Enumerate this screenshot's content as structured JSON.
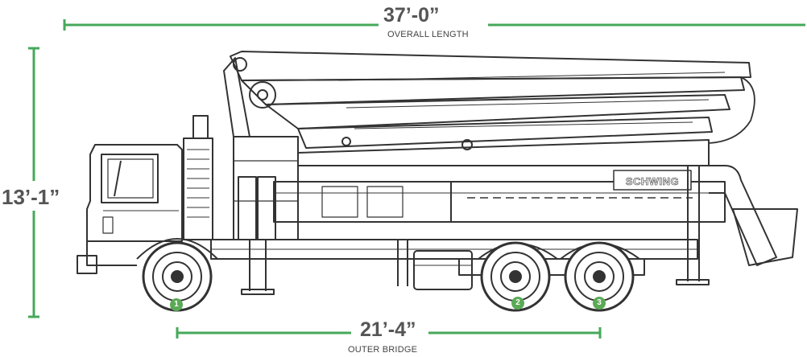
{
  "dimensions": {
    "overall_length": {
      "value": "37’-0”",
      "caption": "OVERALL LENGTH"
    },
    "height": {
      "value": "13’-1”"
    },
    "outer_bridge": {
      "value": "21’-4”",
      "caption": "OUTER BRIDGE"
    }
  },
  "brand_label": "SCHWING",
  "axles": [
    {
      "label": "1"
    },
    {
      "label": "2"
    },
    {
      "label": "3"
    }
  ],
  "colors": {
    "dimension_line": "#46a85a",
    "axle_marker": "#5aaa55",
    "drawing_line": "#333333",
    "text": "#555555"
  }
}
